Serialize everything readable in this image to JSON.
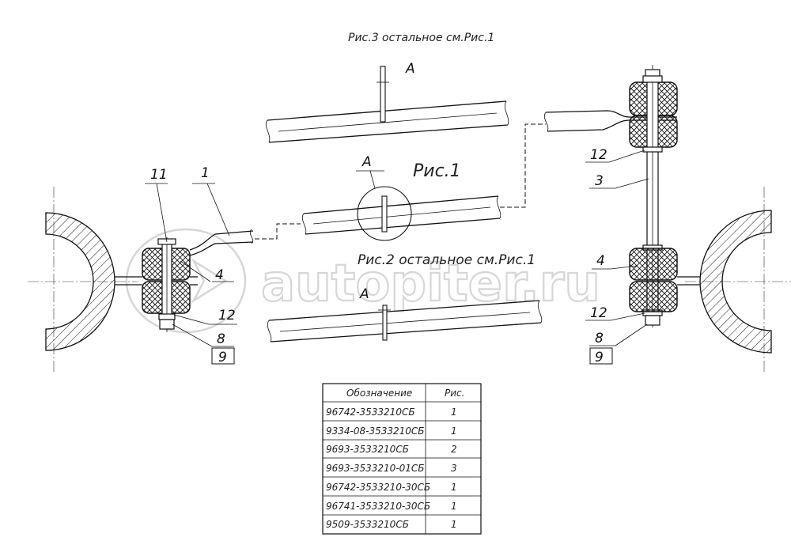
{
  "captions": {
    "fig3": "Рис.3  остальное см.Рис.1",
    "fig1": "Рис.1",
    "fig2": "Рис.2  остальное см.Рис.1"
  },
  "view_letters": {
    "a_top": "A",
    "a_mid": "A",
    "a_bottom": "A"
  },
  "left_callouts": {
    "p11": "11",
    "p1": "1",
    "p4": "4",
    "p12": "12",
    "p8": "8",
    "p9": "9"
  },
  "right_callouts": {
    "p12_top": "12",
    "p3": "3",
    "p4": "4",
    "p12_bottom": "12",
    "p8": "8",
    "p9": "9"
  },
  "watermark": "autopiter.ru",
  "table": {
    "headers": [
      "Обозначение",
      "Рис."
    ],
    "rows": [
      [
        "96742-3533210СБ",
        "1"
      ],
      [
        "9334-08-3533210СБ",
        "1"
      ],
      [
        "9693-3533210СБ",
        "2"
      ],
      [
        "9693-3533210-01СБ",
        "3"
      ],
      [
        "96742-3533210-30СБ",
        "1"
      ],
      [
        "96741-3533210-30СБ",
        "1"
      ],
      [
        "9509-3533210СБ",
        "1"
      ]
    ]
  }
}
